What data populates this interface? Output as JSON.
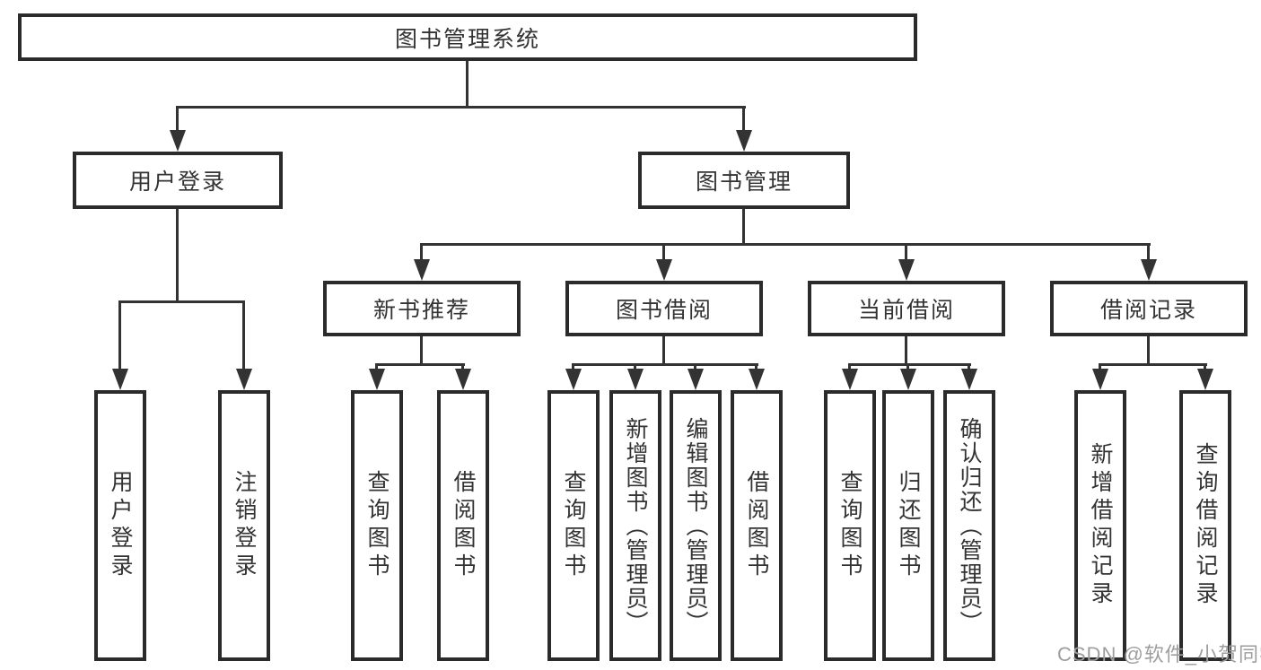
{
  "diagram": {
    "title": "图书管理系统",
    "root": {
      "label": "图书管理系统"
    },
    "branches": [
      {
        "label": "用户登录",
        "children": [
          {
            "label": "用户登录"
          },
          {
            "label": "注销登录"
          }
        ]
      },
      {
        "label": "图书管理",
        "groups": [
          {
            "label": "新书推荐",
            "children": [
              {
                "label": "查询图书"
              },
              {
                "label": "借阅图书"
              }
            ]
          },
          {
            "label": "图书借阅",
            "children": [
              {
                "label": "查询图书"
              },
              {
                "label": "新增图书（管理员）"
              },
              {
                "label": "编辑图书（管理员）"
              },
              {
                "label": "借阅图书"
              }
            ]
          },
          {
            "label": "当前借阅",
            "children": [
              {
                "label": "查询图书"
              },
              {
                "label": "归还图书"
              },
              {
                "label": "确认归还（管理员）"
              }
            ]
          },
          {
            "label": "借阅记录",
            "children": [
              {
                "label": "新增借阅记录"
              },
              {
                "label": "查询借阅记录"
              }
            ]
          }
        ]
      }
    ]
  },
  "watermark": {
    "text": "CSDN @软件_小贺同学"
  },
  "colors": {
    "line": "#333333",
    "box_border": "#2b2b2b",
    "text": "#333333",
    "watermark": "#9e9e9e",
    "background": "#ffffff"
  }
}
